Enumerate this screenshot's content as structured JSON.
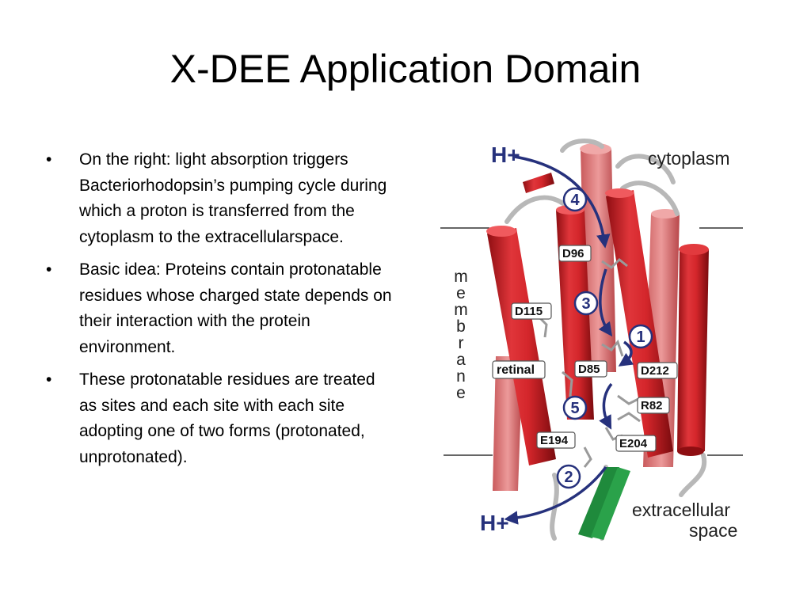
{
  "slide": {
    "title": "X-DEE Application Domain",
    "bullets": [
      "On the right: light absorption triggers Bacteriorhodopsin’s pumping cycle during which a proton is transferred from the cytoplasm to the extracellularspace.",
      "Basic idea: Proteins contain protonatable residues whose charged state depends on their interaction with the protein environment.",
      "These protonatable residues are treated as sites and each site with each site adopting one of two forms (protonated, unprotonated)."
    ],
    "bullet_glyph": "•"
  },
  "diagram": {
    "top_proton": "H+",
    "bottom_proton": "H+",
    "cytoplasm": "cytoplasm",
    "membrane_letters": [
      "m",
      "e",
      "m",
      "b",
      "r",
      "a",
      "n",
      "e"
    ],
    "extracellular_line1": "extracellular",
    "extracellular_line2": "space",
    "steps": [
      "1",
      "2",
      "3",
      "4",
      "5"
    ],
    "residues": {
      "d96": "D96",
      "d115": "D115",
      "retinal": "retinal",
      "d85": "D85",
      "d212": "D212",
      "r82": "R82",
      "e194": "E194",
      "e204": "E204"
    },
    "colors": {
      "helix": "#cc1f24",
      "helix_back": "#e77a7a",
      "arrow": "#26317c",
      "badge_fill": "#ffffff",
      "strand": "#1f8a3c",
      "proton_text": "#26317c"
    }
  }
}
